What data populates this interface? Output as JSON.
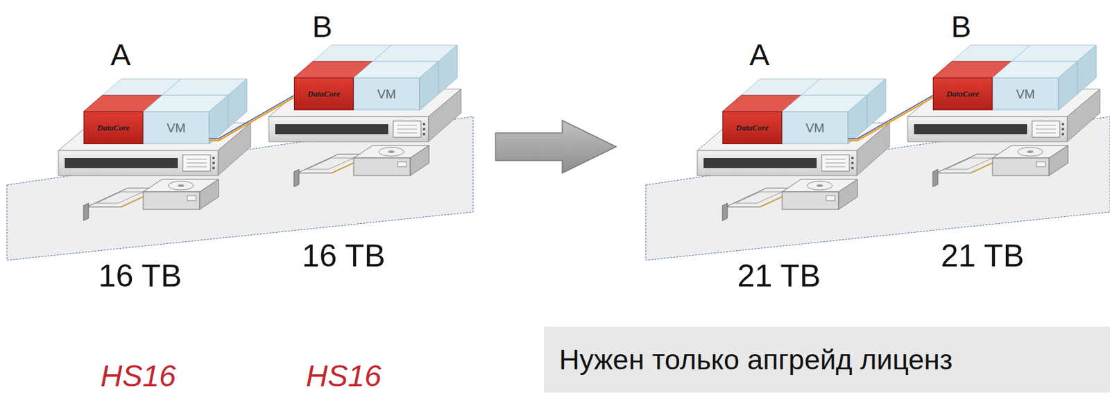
{
  "diagram": {
    "nodes": [
      {
        "text": [
          "DataCore"
        ]
      },
      {
        "text": [
          "VM"
        ]
      },
      {
        "text": [
          "DataCore"
        ]
      },
      {
        "text": [
          "VM"
        ]
      },
      {
        "text": [
          "DataCore"
        ]
      },
      {
        "text": [
          "VM"
        ]
      },
      {
        "text": [
          "DataCore"
        ]
      },
      {
        "text": [
          "VM"
        ]
      },
      {
        "text": [
          "Нужен только апгрейд лиценз"
        ]
      }
    ],
    "edges": [
      {
        "from": 0,
        "to": 2,
        "arrow": "none"
      },
      {
        "from": 4,
        "to": 6,
        "arrow": "none"
      }
    ],
    "labels": [
      "A",
      "B",
      "16 TB",
      "16 TB",
      "HS16",
      "HS16",
      "A",
      "B",
      "21 TB",
      "21 TB"
    ]
  }
}
